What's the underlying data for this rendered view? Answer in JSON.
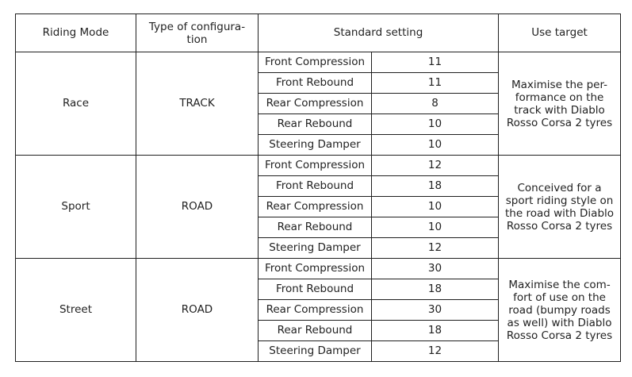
{
  "header": {
    "riding_mode": "Riding Mode",
    "configuration": [
      "Type of configura-",
      "tion"
    ],
    "standard_setting": "Standard setting",
    "use_target": "Use target"
  },
  "modes": [
    {
      "name": "Race",
      "configuration": "TRACK",
      "settings": [
        {
          "label": "Front Compression",
          "value": "11"
        },
        {
          "label": "Front Rebound",
          "value": "11"
        },
        {
          "label": "Rear Compression",
          "value": "8"
        },
        {
          "label": "Rear Rebound",
          "value": "10"
        },
        {
          "label": "Steering Damper",
          "value": "10"
        }
      ],
      "use_target": [
        "Maximise the per-",
        "formance on the",
        "track with Diablo",
        "Rosso Corsa 2 tyres"
      ]
    },
    {
      "name": "Sport",
      "configuration": "ROAD",
      "settings": [
        {
          "label": "Front Compression",
          "value": "12"
        },
        {
          "label": "Front Rebound",
          "value": "18"
        },
        {
          "label": "Rear Compression",
          "value": "10"
        },
        {
          "label": "Rear Rebound",
          "value": "10"
        },
        {
          "label": "Steering Damper",
          "value": "12"
        }
      ],
      "use_target": [
        "Conceived for a",
        "sport riding style on",
        "the road with Diablo",
        "Rosso Corsa 2 tyres"
      ]
    },
    {
      "name": "Street",
      "configuration": "ROAD",
      "settings": [
        {
          "label": "Front Compression",
          "value": "30"
        },
        {
          "label": "Front Rebound",
          "value": "18"
        },
        {
          "label": "Rear Compression",
          "value": "30"
        },
        {
          "label": "Rear Rebound",
          "value": "18"
        },
        {
          "label": "Steering Damper",
          "value": "12"
        }
      ],
      "use_target": [
        "Maximise the com-",
        "fort of use on the",
        "road (bumpy roads",
        "as well) with Diablo",
        "Rosso Corsa 2 tyres"
      ]
    }
  ]
}
